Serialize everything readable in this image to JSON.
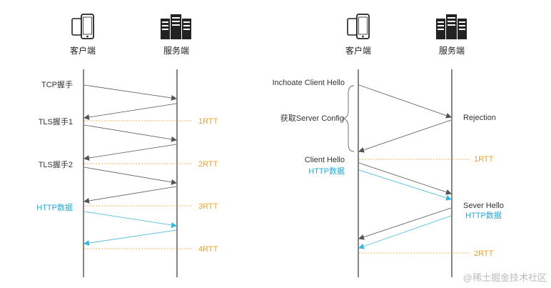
{
  "left_panel": {
    "client_label": "客户端",
    "server_label": "服务端",
    "steps": {
      "tcp": "TCP握手",
      "tls1": "TLS握手1",
      "tls2": "TLS握手2",
      "http": "HTTP数据"
    },
    "rtt": [
      "1RTT",
      "2RTT",
      "3RTT",
      "4RTT"
    ]
  },
  "right_panel": {
    "client_label": "客户端",
    "server_label": "服务端",
    "steps": {
      "inchoate": "Inchoate Client Hello",
      "get_config": "获取Server Config",
      "rejection": "Rejection",
      "client_hello": "Client Hello",
      "http_client": "HTTP数据",
      "sever_hello": "Sever Hello",
      "http_server": "HTTP数据"
    },
    "rtt": [
      "1RTT",
      "2RTT"
    ]
  },
  "watermark": "@稀土掘金技术社区",
  "colors": {
    "line": "#444444",
    "arrow": "#555555",
    "blue": "#3ab5de",
    "orange": "#f0a020"
  },
  "icons": [
    "phone-icon",
    "server-icon"
  ]
}
